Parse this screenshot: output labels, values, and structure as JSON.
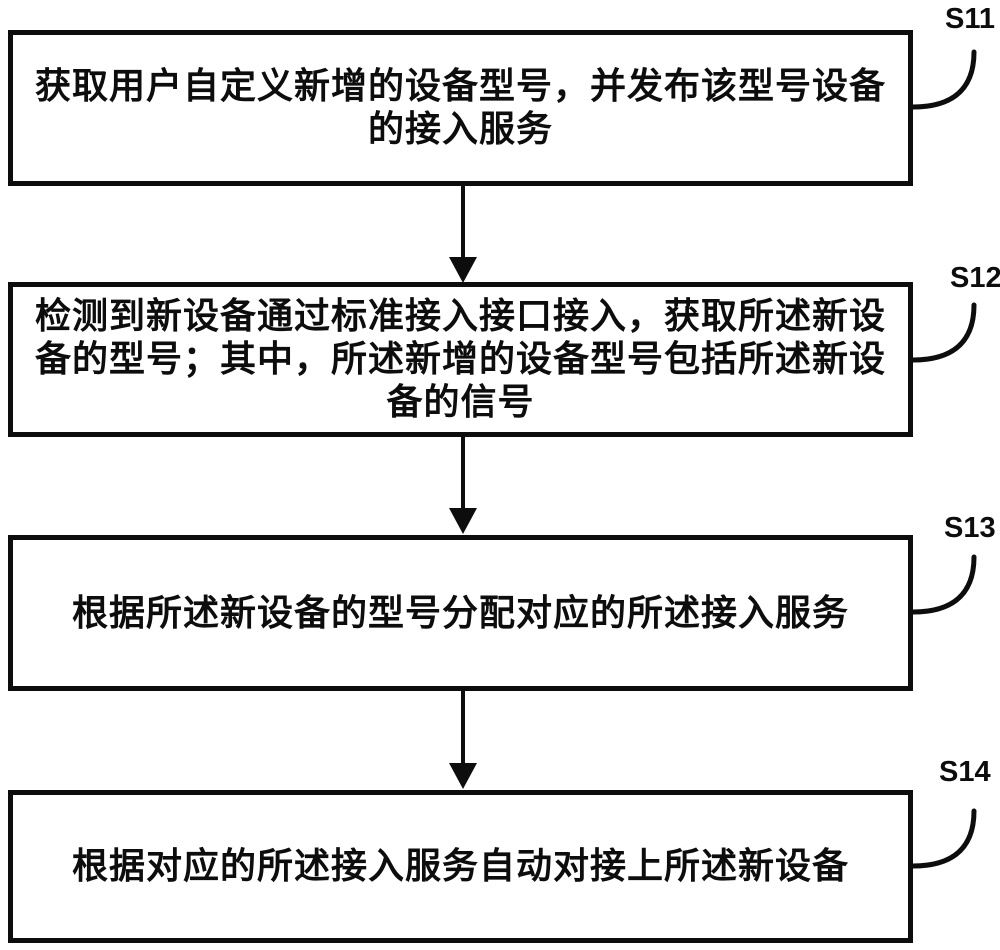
{
  "figure": {
    "background_color": "#ffffff",
    "ink_color": "#0d0d0d",
    "type": "flowchart"
  },
  "steps": [
    {
      "label": "S11",
      "lines": [
        "获取用户自定义新增的设备型号，并发布该型号设备",
        "的接入服务"
      ]
    },
    {
      "label": "S12",
      "lines": [
        "检测到新设备通过标准接入接口接入，获取所述新设",
        "备的型号；其中，所述新增的设备型号包括所述新设",
        "备的信号"
      ]
    },
    {
      "label": "S13",
      "lines": [
        "根据所述新设备的型号分配对应的所述接入服务"
      ]
    },
    {
      "label": "S14",
      "lines": [
        "根据对应的所述接入服务自动对接上所述新设备"
      ]
    }
  ]
}
